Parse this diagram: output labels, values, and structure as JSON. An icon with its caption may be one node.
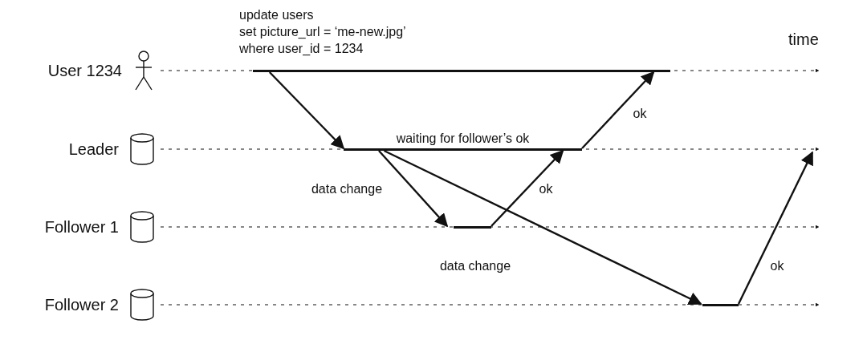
{
  "diagram": {
    "nodes": [
      {
        "text": [
          "User 1234"
        ]
      },
      {
        "text": [],
        "shape": "bar"
      },
      {
        "text": [
          "Leader"
        ]
      },
      {
        "text": [],
        "shape": "bar",
        "beside": [
          "waiting for follower’s ok"
        ]
      },
      {
        "text": [
          "Follower 1"
        ]
      },
      {
        "text": [],
        "shape": "bar"
      },
      {
        "text": [
          "Follower 2"
        ]
      },
      {
        "text": [],
        "shape": "bar"
      }
    ],
    "edges": [
      {
        "from": 0,
        "to": null,
        "arrow": "to",
        "style": "dashed"
      },
      {
        "from": 2,
        "to": null,
        "arrow": "to",
        "style": "dashed"
      },
      {
        "from": 4,
        "to": null,
        "arrow": "to",
        "style": "dashed"
      },
      {
        "from": 6,
        "to": null,
        "arrow": "to",
        "style": "dashed"
      },
      {
        "from": 1,
        "to": 3,
        "arrow": "to"
      },
      {
        "from": 3,
        "to": 5,
        "arrow": "to",
        "label": "data change"
      },
      {
        "from": 3,
        "to": 7,
        "arrow": "to",
        "label": "data change"
      },
      {
        "from": 5,
        "to": 3,
        "arrow": "to",
        "label": "ok"
      },
      {
        "from": 3,
        "to": 1,
        "arrow": "to",
        "label": "ok"
      },
      {
        "from": 7,
        "to": null,
        "arrow": "to",
        "label": "ok"
      }
    ],
    "labels": [
      "update users",
      "set picture_url = ‘me-new.jpg’",
      "where user_id = 1234",
      "time"
    ]
  }
}
